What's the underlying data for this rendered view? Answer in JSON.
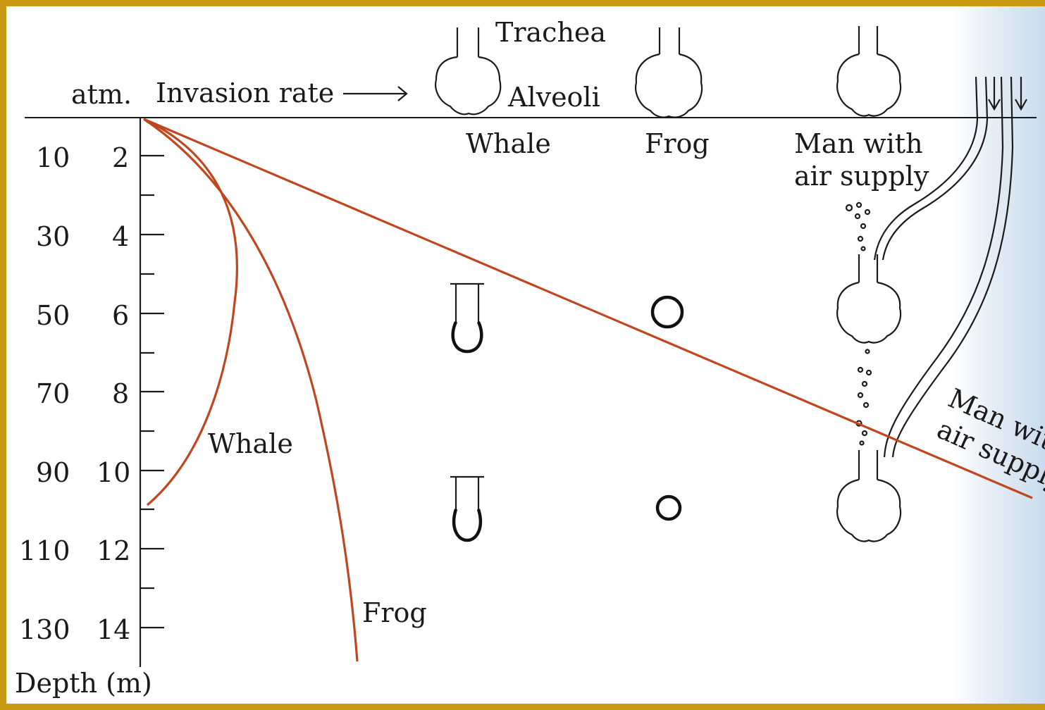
{
  "diagram": {
    "labels": {
      "atm": "atm.",
      "invasion_rate": "Invasion rate",
      "trachea": "Trachea",
      "alveoli": "Alveoli",
      "whale_top": "Whale",
      "frog_top": "Frog",
      "man_top_line1": "Man with",
      "man_top_line2": "air supply",
      "whale_curve": "Whale",
      "frog_curve": "Frog",
      "man_curve_line1": "Man with",
      "man_curve_line2": "air supply",
      "depth_axis": "Depth (m)"
    },
    "depth_ticks": [
      "10",
      "30",
      "50",
      "70",
      "90",
      "110",
      "130"
    ],
    "atm_ticks": [
      "2",
      "4",
      "6",
      "8",
      "10",
      "12",
      "14"
    ],
    "colors": {
      "curve": "#c0461e",
      "frame": "#c99a12",
      "ink": "#1a1a1a"
    }
  }
}
